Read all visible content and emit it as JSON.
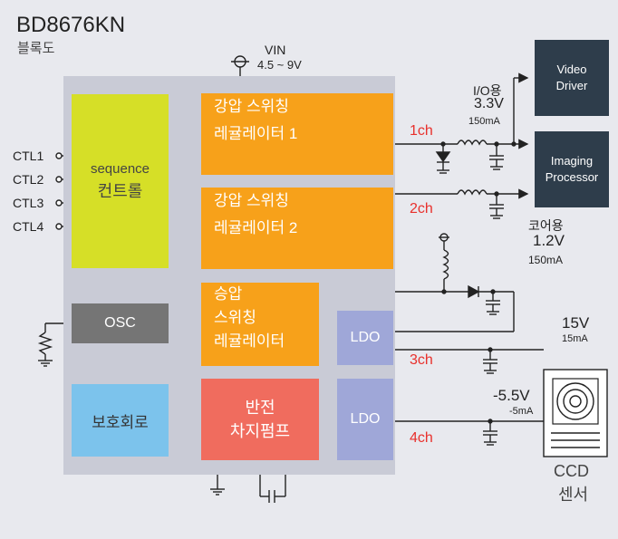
{
  "title": "BD8676KN",
  "subtitle": "블록도",
  "vin": {
    "label": "VIN",
    "range": "4.5 ~ 9V"
  },
  "ctl": [
    "CTL1",
    "CTL2",
    "CTL3",
    "CTL4"
  ],
  "blocks": {
    "sequence_line1": "sequence",
    "sequence_line2": "컨트롤",
    "buck1_line1": "강압 스위칭",
    "buck1_line2": "레귤레이터 1",
    "buck2_line1": "강압 스위칭",
    "buck2_line2": "레귤레이터 2",
    "boost_line1": "승압",
    "boost_line2": "스위칭",
    "boost_line3": "레귤레이터",
    "osc": "OSC",
    "protect": "보호회로",
    "charge_line1": "반전",
    "charge_line2": "차지펌프",
    "ldo1": "LDO",
    "ldo2": "LDO"
  },
  "channels": [
    "1ch",
    "2ch",
    "3ch",
    "4ch"
  ],
  "outputs": {
    "io_label": "I/O용",
    "io_voltage": "3.3V",
    "io_current": "150mA",
    "core_label": "코어용",
    "core_voltage": "1.2V",
    "core_current": "150mA",
    "v15": "15V",
    "v15_current": "15mA",
    "vneg": "-5.5V",
    "vneg_current": "-5mA"
  },
  "video_line1": "Video",
  "video_line2": "Driver",
  "imaging_line1": "Imaging",
  "imaging_line2": "Processor",
  "ccd_line1": "CCD",
  "ccd_line2": "센서",
  "colors": {
    "background": "#e8e9ee",
    "chip": "#c9cbd6",
    "sequence": "#d6df27",
    "regulator": "#f7a11a",
    "osc": "#757575",
    "protect": "#7cc3ec",
    "chargepump": "#f06c5e",
    "ldo": "#9fa7d8",
    "dark_box": "#2e3d4b",
    "channel_label": "#e8302c"
  }
}
